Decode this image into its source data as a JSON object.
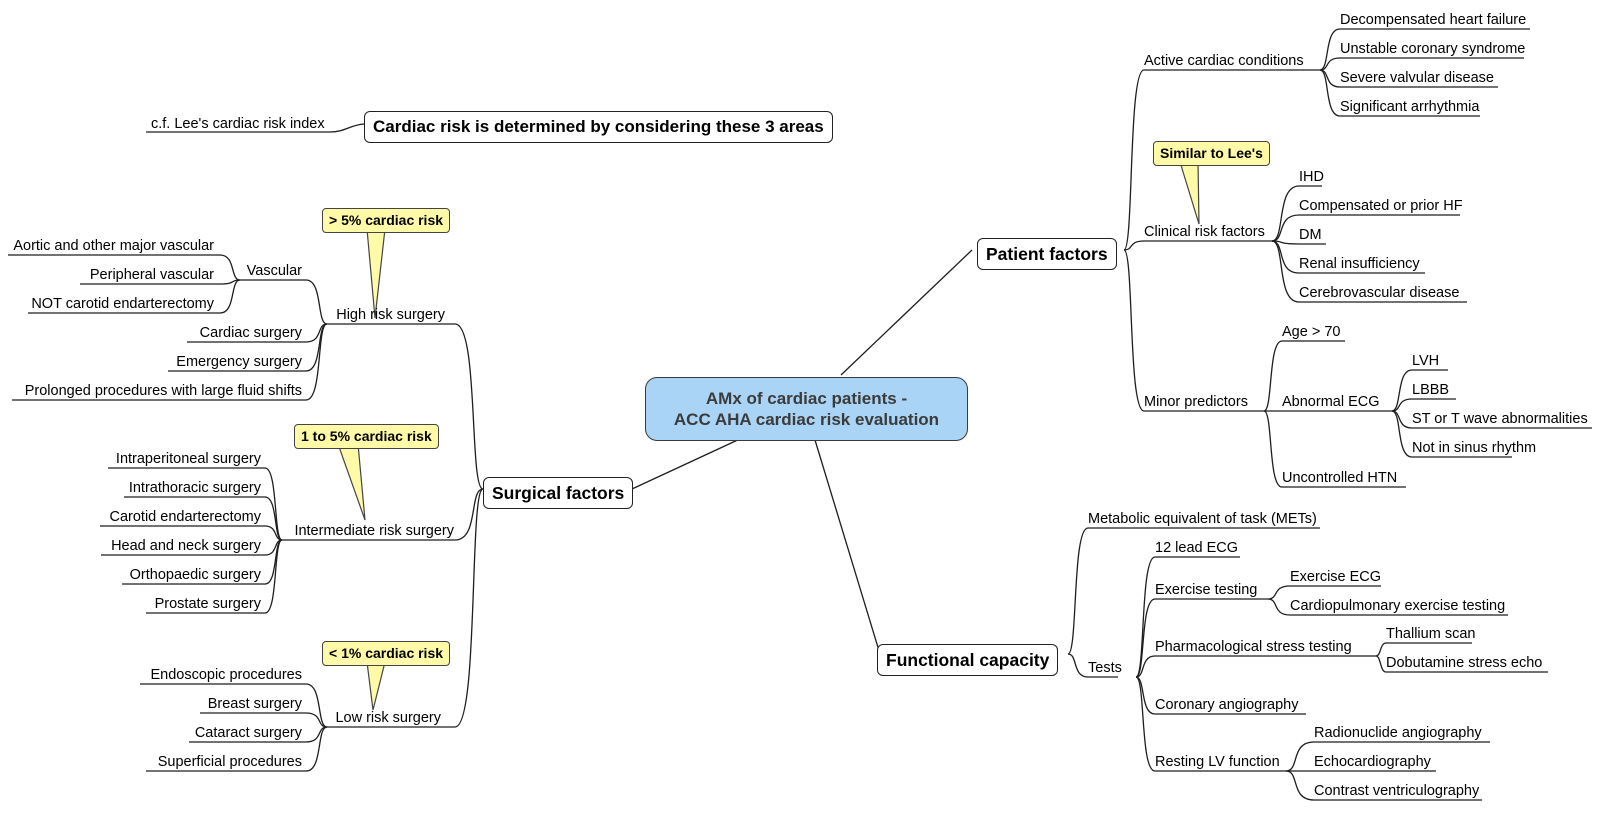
{
  "root": {
    "line1": "AMx of cardiac patients -",
    "line2": "ACC AHA cardiac risk evaluation"
  },
  "note": {
    "title": "Cardiac risk is determined by considering these 3 areas",
    "ref": "c.f. Lee's cardiac risk index"
  },
  "callouts": {
    "high": "> 5% cardiac risk",
    "intermediate": "1 to 5% cardiac risk",
    "low": "< 1% cardiac risk",
    "similar": "Similar to Lee's"
  },
  "surgical": {
    "label": "Surgical factors",
    "high": {
      "label": "High risk surgery",
      "vascular": {
        "label": "Vascular",
        "items": [
          "Aortic and other major vascular",
          "Peripheral vascular",
          "NOT carotid endarterectomy"
        ]
      },
      "items": [
        "Cardiac surgery",
        "Emergency surgery",
        "Prolonged procedures with large fluid shifts"
      ]
    },
    "intermediate": {
      "label": "Intermediate risk surgery",
      "items": [
        "Intraperitoneal surgery",
        "Intrathoracic surgery",
        "Carotid endarterectomy",
        "Head and neck surgery",
        "Orthopaedic surgery",
        "Prostate surgery"
      ]
    },
    "low": {
      "label": "Low risk surgery",
      "items": [
        "Endoscopic procedures",
        "Breast surgery",
        "Cataract surgery",
        "Superficial procedures"
      ]
    }
  },
  "patient": {
    "label": "Patient factors",
    "active": {
      "label": "Active cardiac conditions",
      "items": [
        "Decompensated heart failure",
        "Unstable coronary syndrome",
        "Severe valvular disease",
        "Significant arrhythmia"
      ]
    },
    "clinical": {
      "label": "Clinical risk factors",
      "items": [
        "IHD",
        "Compensated or prior HF",
        "DM",
        "Renal insufficiency",
        "Cerebrovascular disease"
      ]
    },
    "minor": {
      "label": "Minor predictors",
      "age": "Age > 70",
      "ecg": {
        "label": "Abnormal ECG",
        "items": [
          "LVH",
          "LBBB",
          "ST or T wave abnormalities",
          "Not in sinus rhythm"
        ]
      },
      "htn": "Uncontrolled HTN"
    }
  },
  "functional": {
    "label": "Functional capacity",
    "mets": "Metabolic equivalent of task (METs)",
    "tests": {
      "label": "Tests",
      "ecg12": "12 lead ECG",
      "exercise": {
        "label": "Exercise testing",
        "items": [
          "Exercise ECG",
          "Cardiopulmonary exercise testing"
        ]
      },
      "pharm": {
        "label": "Pharmacological stress testing",
        "items": [
          "Thallium scan",
          "Dobutamine stress echo"
        ]
      },
      "angio": "Coronary angiography",
      "lv": {
        "label": "Resting LV function",
        "items": [
          "Radionuclide angiography",
          "Echocardiography",
          "Contrast ventriculography"
        ]
      }
    }
  }
}
